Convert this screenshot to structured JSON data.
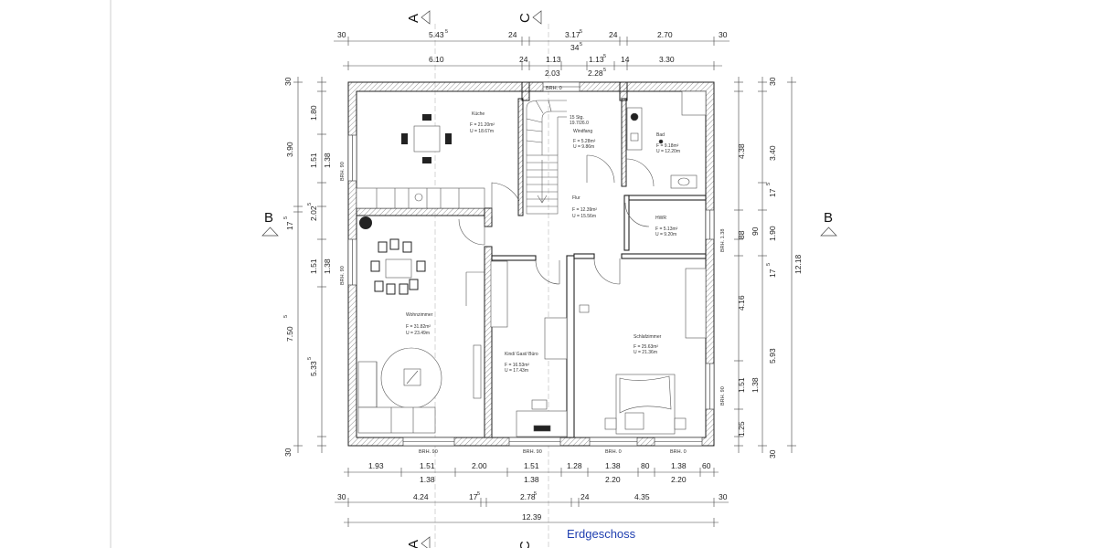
{
  "title": "Erdgeschoss",
  "section_markers": {
    "a": "A",
    "b": "B",
    "c": "C"
  },
  "dims": {
    "top1": [
      "30",
      "5.43",
      "5",
      "24",
      "3.17",
      "5",
      "24",
      "2.70",
      "30"
    ],
    "top_mid": [
      "34",
      "5"
    ],
    "top2": [
      "6.10",
      "24",
      "1.13",
      "1.13",
      "5",
      "14",
      "3.30"
    ],
    "top3": [
      "2.03",
      "2.28",
      "5"
    ],
    "bottom1": [
      "1.93",
      "1.51",
      "2.00",
      "1.51",
      "1.28",
      "1.38",
      "80",
      "1.38",
      "60"
    ],
    "bottom1b": [
      "1.38",
      "1.38",
      "2.20",
      "2.20"
    ],
    "bottom2": [
      "30",
      "4.24",
      "17",
      "5",
      "2.78",
      "5",
      "24",
      "4.35",
      "30"
    ],
    "bottom3": "12.39",
    "left_inner": [
      "30",
      "1.80",
      "1.51",
      "1.38",
      "2.02",
      "5",
      "1.51",
      "1.38",
      "5.33",
      "5",
      "30"
    ],
    "left_outer": [
      "3.90",
      "17",
      "5",
      "7.50",
      "5"
    ],
    "right_inner": [
      "30",
      "4.38",
      "90",
      "88",
      "4.16",
      "1.51",
      "1.38",
      "1.25",
      "30"
    ],
    "right_mid": [
      "3.40",
      "17",
      "5",
      "1.90",
      "17",
      "5",
      "5.93"
    ],
    "right_outer": "12.18"
  },
  "rooms": [
    {
      "name": "Küche",
      "area": "F = 21.20m²",
      "perimeter": "U = 18.67m"
    },
    {
      "name": "Windfang",
      "area": "F = 5.28m²",
      "perimeter": "U = 9.86m"
    },
    {
      "name": "Bad",
      "area": "F = 9.18m²",
      "perimeter": "U = 12.20m"
    },
    {
      "name": "Flur",
      "area": "F = 12.39m²",
      "perimeter": "U = 15.56m"
    },
    {
      "name": "HWR",
      "area": "F = 5.13m²",
      "perimeter": "U = 9.20m"
    },
    {
      "name": "Wohnzimmer",
      "area": "F = 31.82m²",
      "perimeter": "U = 23.49m"
    },
    {
      "name": "Kind/ Gast/ Büro",
      "area": "F = 16.53m²",
      "perimeter": "U = 17.43m"
    },
    {
      "name": "Schlafzimmer",
      "area": "F = 25.63m²",
      "perimeter": "U = 21.36m"
    }
  ],
  "stair": {
    "steps": "15 Stg.",
    "ratio": "19.7/26.0"
  },
  "window_labels": {
    "top": "BRH. 0",
    "left1": "BRH. 90",
    "left2": "BRH. 90",
    "right1": "BRH. 1.38",
    "right2": "BRH. 90",
    "bottom1": "BRH. 90",
    "bottom2": "BRH. 90",
    "bottom3": "BRH. 0",
    "bottom4": "BRH. 0"
  }
}
